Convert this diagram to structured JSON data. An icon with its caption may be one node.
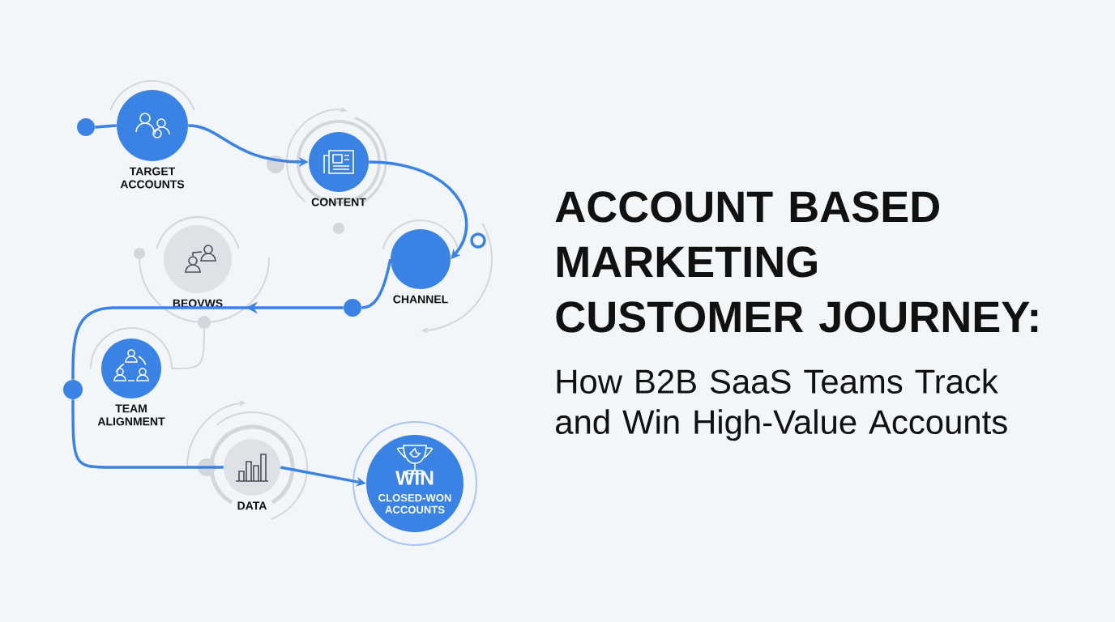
{
  "diagram": {
    "title": "ACCOUNT BASED MARKETING CUSTOMER JOURNEY:",
    "nodes": [
      {
        "text": [],
        "shape": "circle"
      },
      {
        "text": [
          "TARGET ACCOUNTS"
        ]
      },
      {
        "text": [
          "CONTENT"
        ]
      },
      {
        "text": [
          "CHANNEL"
        ]
      },
      {
        "text": [],
        "shape": "circle"
      },
      {
        "text": [
          "BEOVWS"
        ]
      },
      {
        "text": [],
        "shape": "circle"
      },
      {
        "text": [
          "TEAM ALIGNMENT"
        ]
      },
      {
        "text": [
          "DATA"
        ]
      },
      {
        "text": [
          "WIN",
          "CLOSED-WON ACCOUNTS"
        ]
      }
    ],
    "edges": [
      {
        "from": 0,
        "to": 1,
        "arrow": "none"
      },
      {
        "from": 1,
        "to": 2,
        "arrow": "to"
      },
      {
        "from": 2,
        "to": 3,
        "arrow": "to"
      },
      {
        "from": 3,
        "to": 4,
        "arrow": "none"
      },
      {
        "from": 4,
        "to": 6,
        "arrow": "to"
      },
      {
        "from": 6,
        "to": 8,
        "arrow": "none"
      },
      {
        "from": 8,
        "to": 9,
        "arrow": "to"
      }
    ],
    "labels": [
      "How B2B SaaS Teams Track and Win High-Value Accounts"
    ]
  }
}
